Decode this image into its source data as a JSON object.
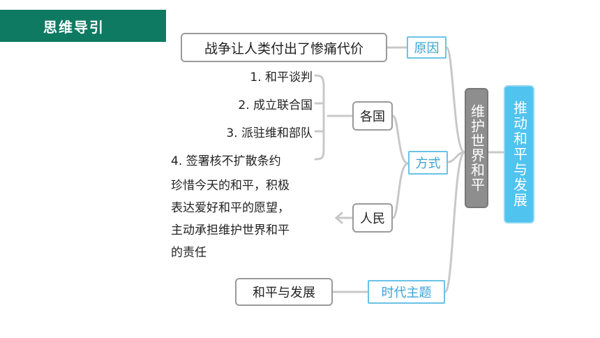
{
  "header": {
    "title": "思维导引"
  },
  "root": {
    "text": "推动和平与发展"
  },
  "main_node": {
    "text": "维护世界和平"
  },
  "branches": {
    "reason": {
      "label": "原因",
      "content": "战争让人类付出了惨痛代价"
    },
    "method": {
      "label": "方式",
      "countries": {
        "label": "各国",
        "items": [
          "1. 和平谈判",
          "2. 成立联合国",
          "3. 派驻维和部队",
          "4. 签署核不扩散条约"
        ]
      },
      "people": {
        "label": "人民",
        "content": [
          "珍惜今天的和平，积极",
          "表达爱好和平的愿望，",
          "主动承担维护世界和平",
          "的责任"
        ]
      }
    },
    "theme": {
      "label": "时代主题",
      "content": "和平与发展"
    }
  },
  "colors": {
    "header_bg": "#0e7a62",
    "root_bg": "#50c3ef",
    "main_bg": "#8e8e8e",
    "label_border": "#6ac3e6",
    "connector": "#c8c8c8"
  }
}
